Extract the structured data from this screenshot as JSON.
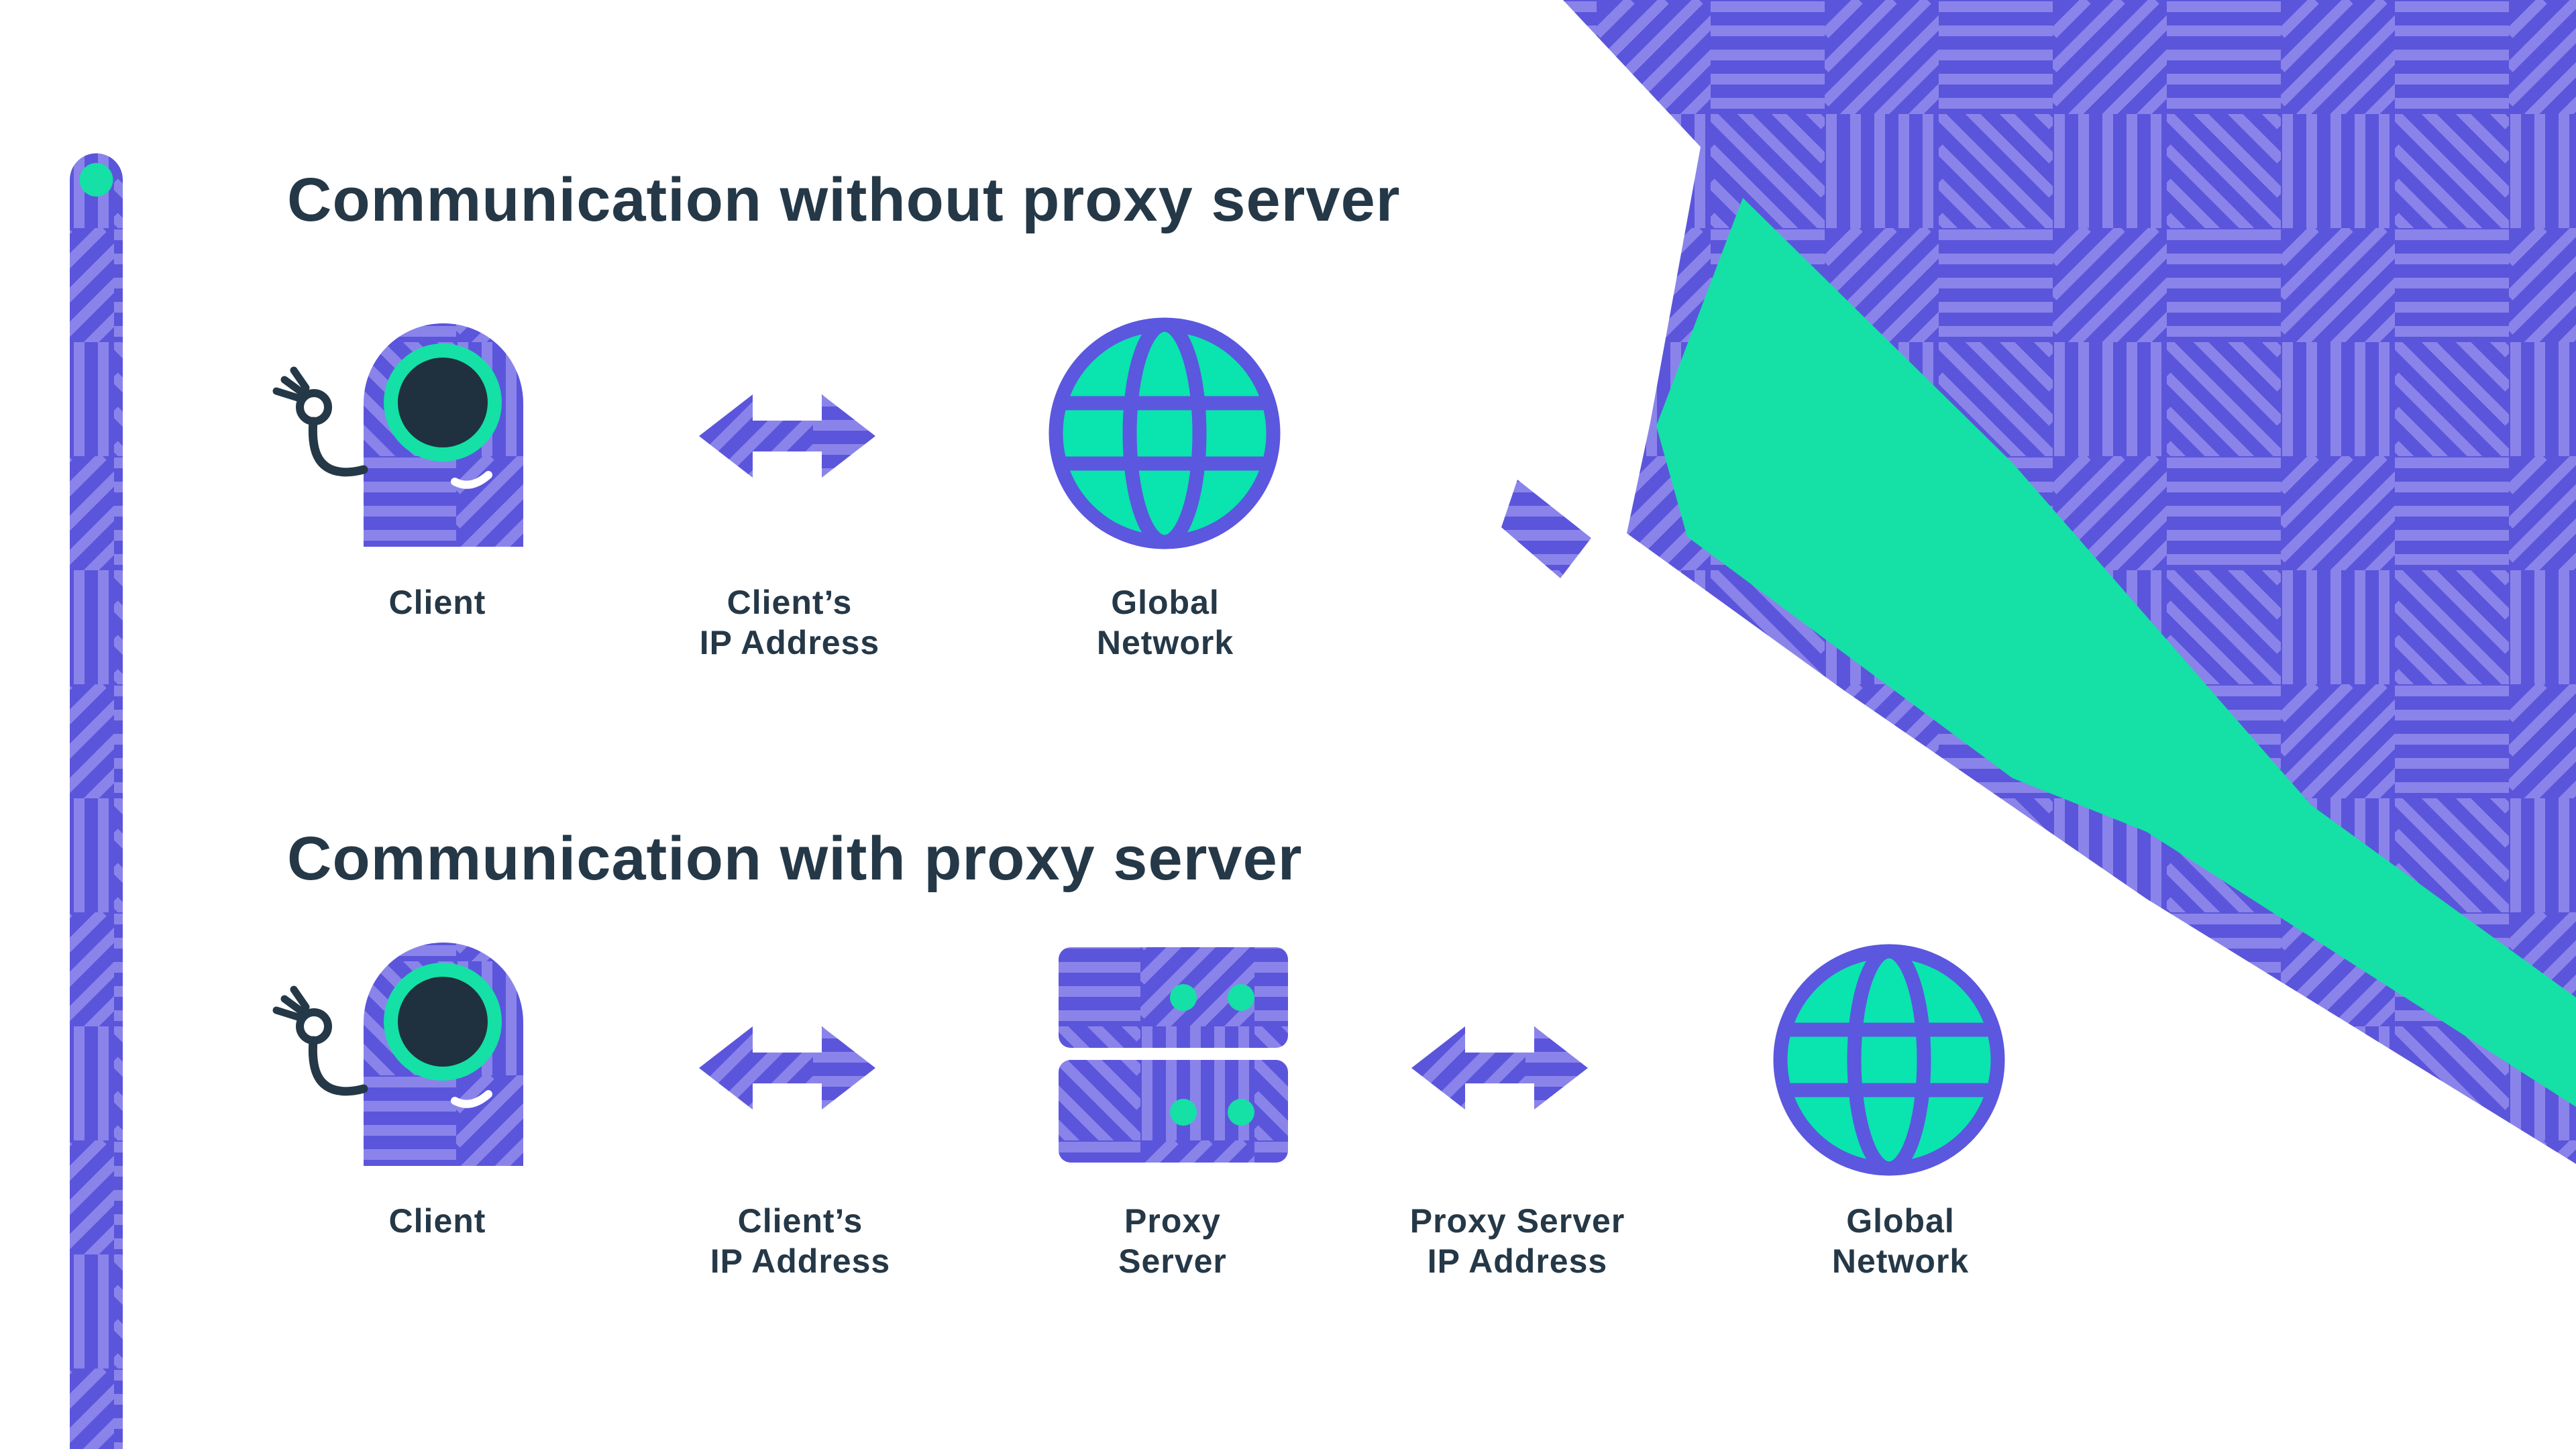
{
  "page": {
    "background": "#FFFFFF",
    "description": "Infographic comparing communication with and without a proxy server"
  },
  "palette": {
    "purple": "#5B55DC",
    "purple_light": "#8A84EA",
    "green": "#15E0A6",
    "green_globe": "#0AE4AE",
    "navy_text": "#253847",
    "navy_deep": "#1F313F",
    "globe_stroke": "#5B57DF",
    "white": "#FFFFFF"
  },
  "sections": [
    {
      "id": "without-proxy",
      "title": "Communication without proxy server",
      "items": [
        {
          "icon": "client-mascot-icon",
          "lines": [
            "Client"
          ]
        },
        {
          "icon": "double-arrow-icon",
          "lines": [
            "Client’s",
            "IP Address"
          ]
        },
        {
          "icon": "globe-icon",
          "lines": [
            "Global",
            "Network"
          ]
        }
      ]
    },
    {
      "id": "with-proxy",
      "title": "Communication with proxy server",
      "items": [
        {
          "icon": "client-mascot-icon",
          "lines": [
            "Client"
          ]
        },
        {
          "icon": "double-arrow-icon",
          "lines": [
            "Client’s",
            "IP Address"
          ]
        },
        {
          "icon": "proxy-server-icon",
          "lines": [
            "Proxy",
            "Server"
          ]
        },
        {
          "icon": "double-arrow-icon",
          "lines": [
            "Proxy Server",
            "IP Address"
          ]
        },
        {
          "icon": "globe-icon",
          "lines": [
            "Global",
            "Network"
          ]
        }
      ]
    }
  ],
  "decorations": {
    "left_bar": "vertical patterned stripe with green dot at rounded top",
    "corner_ribbon": "purple dazzle-pattern ribbon with green diagonal band in top-right corner"
  }
}
